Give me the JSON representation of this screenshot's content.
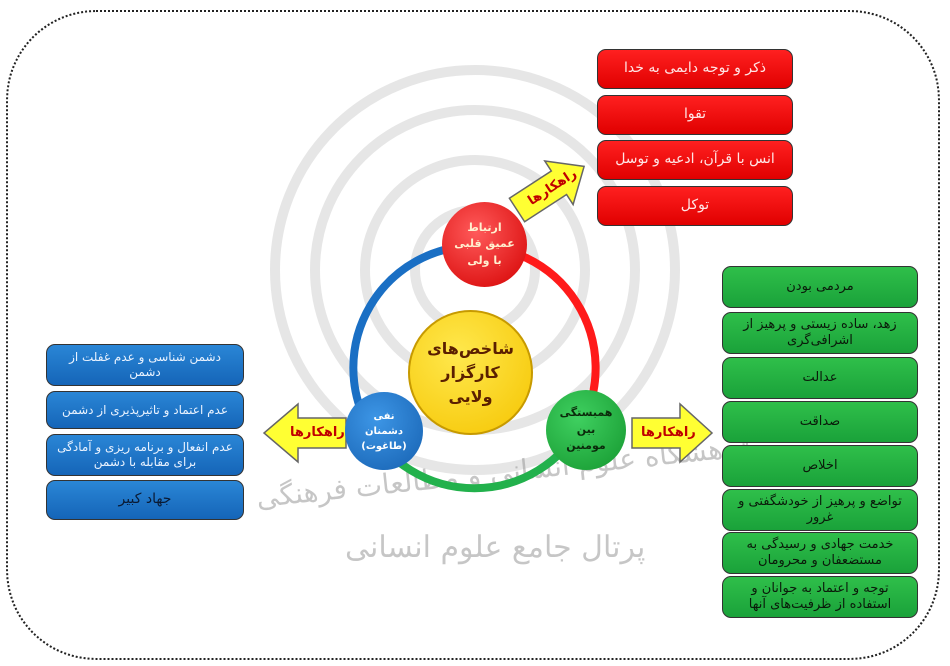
{
  "center": {
    "title": "شاخص‌های کارگزار ولایی"
  },
  "nodes": {
    "top": "ارتباط عمیق قلبی با ولی",
    "right": "همبستگی بین مومنین",
    "left": "نفی دشمنان (طاغوت)"
  },
  "arrows": {
    "top": "راهکارها",
    "right": "راهکارها",
    "left": "راهکارها"
  },
  "red_list": [
    "ذکر و توجه دایمی به خدا",
    "تقوا",
    "انس با قرآن، ادعیه و توسل",
    "توکل"
  ],
  "green_list": [
    "مردمی بودن",
    "زهد، ساده زیستی و پرهیز از اشرافی‌گری",
    "عدالت",
    "صداقت",
    "اخلاص",
    "تواضع و پرهیز از خودشگفتی و غرور",
    "خدمت جهادی و رسیدگی به مستضعفان و محرومان",
    "توجه و اعتماد به جوانان و استفاده از ظرفیت‌های آنها"
  ],
  "blue_list": [
    "دشمن شناسی و عدم غفلت از دشمن",
    "عدم اعتماد و تاثیرپذیری از دشمن",
    "عدم انفعال و برنامه ریزی و آمادگی برای مقابله با دشمن",
    "جهاد کبیر"
  ],
  "watermark": {
    "line1": "پژوهشگاه علوم انسانی و مطالعات فرهنگی",
    "line2": "پرتال جامع علوم انسانی"
  },
  "colors": {
    "red": "#ff1a1a",
    "green": "#22b14c",
    "blue": "#1a6fc4",
    "yellow": "#ffd700"
  }
}
